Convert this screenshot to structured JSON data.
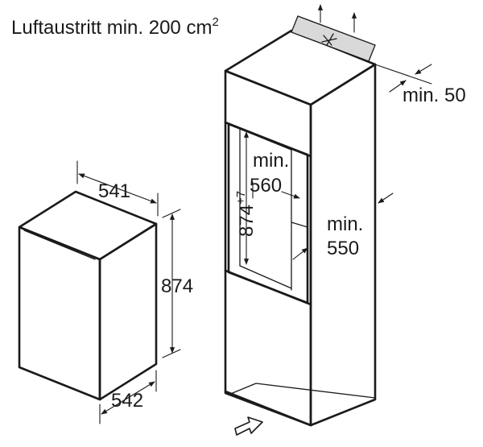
{
  "labels": {
    "air_outlet": "Luftaustritt min. 200 cm",
    "air_outlet_sup": "2",
    "appliance_width": "541",
    "appliance_depth": "542",
    "appliance_height": "874",
    "niche_width_min": "min.",
    "niche_width_val": "560",
    "niche_height": "874",
    "niche_height_tol": "+7",
    "cabinet_depth_min": "min.",
    "cabinet_depth_val": "550",
    "vent_gap": "min. 50"
  },
  "colors": {
    "ink": "#1a1a1a",
    "vent_fill": "#d9d9d9",
    "background": "#ffffff"
  },
  "icons": {
    "vent_grille": "vent-grille-icon",
    "airflow": "arrow-icon"
  }
}
